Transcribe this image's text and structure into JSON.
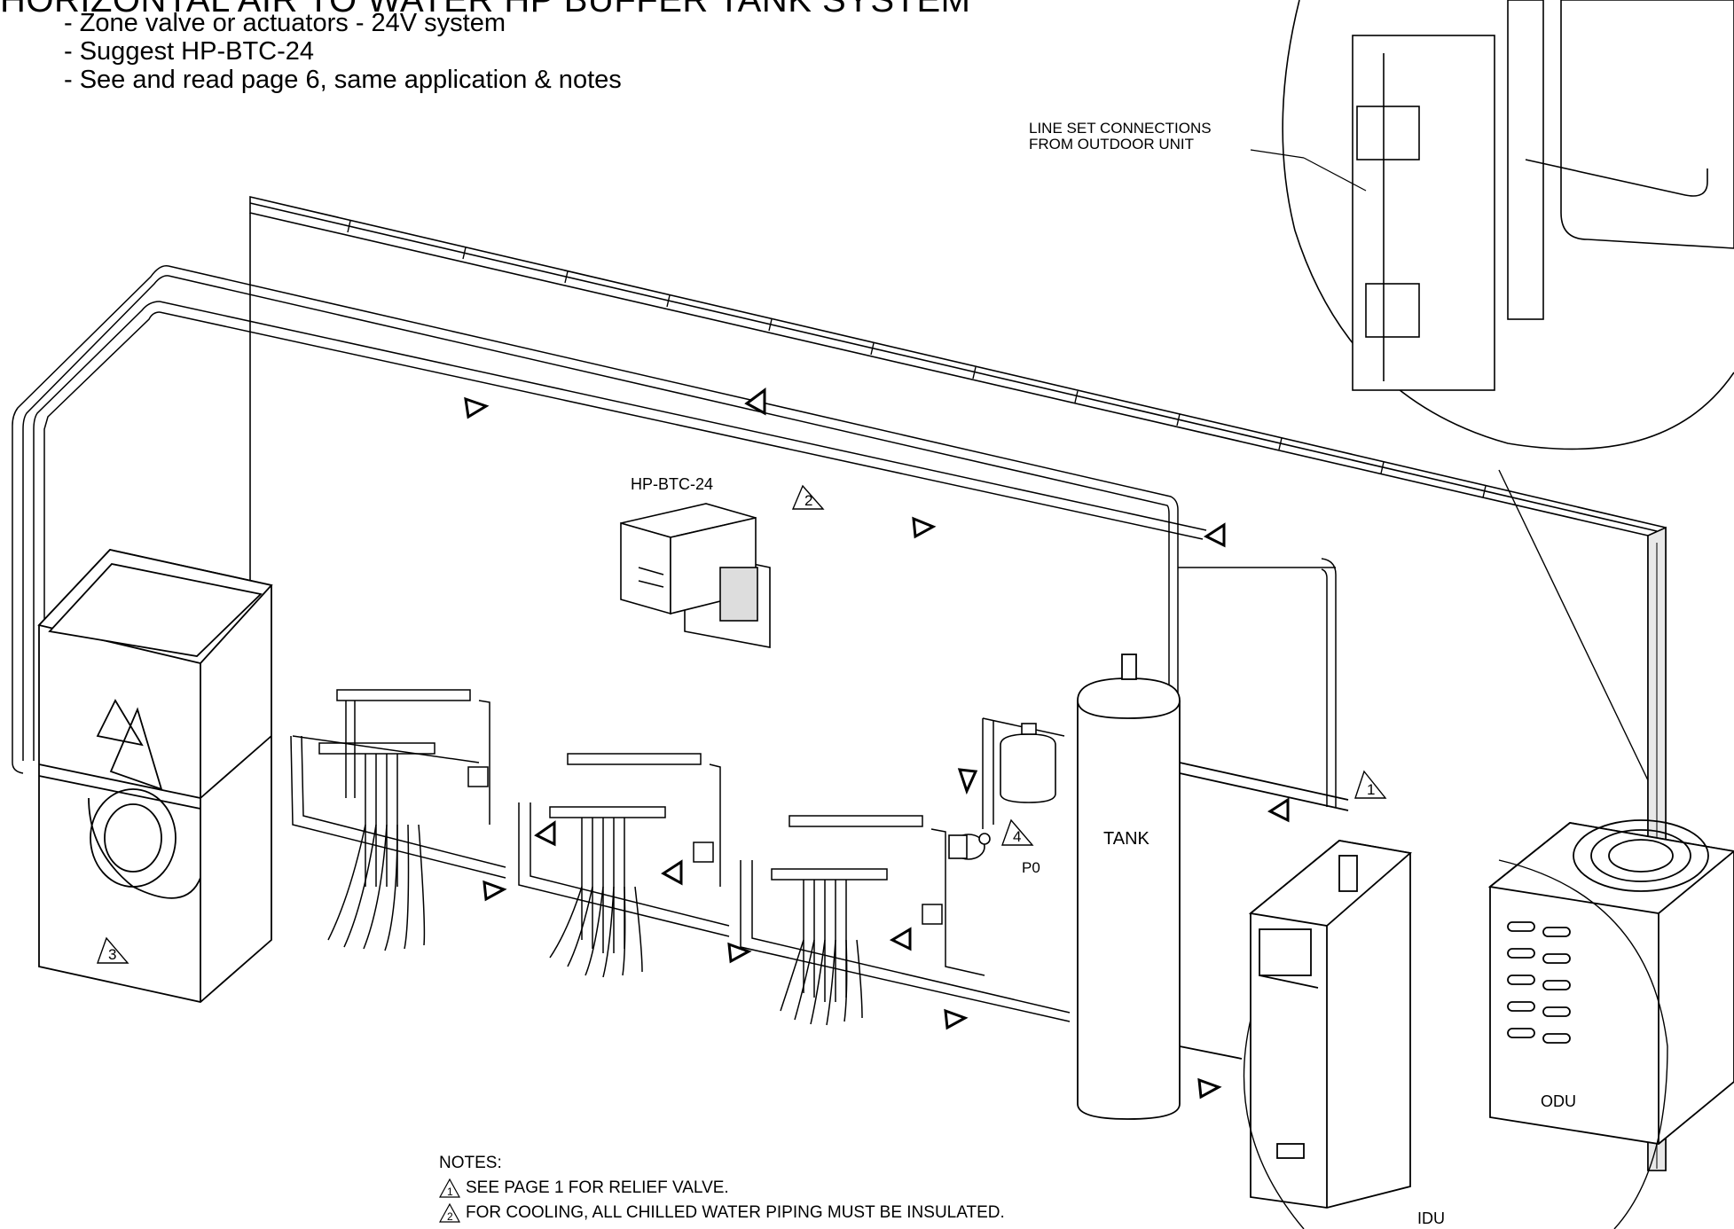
{
  "header": {
    "title": "HORIZONTAL AIR TO WATER HP BUFFER TANK SYSTEM",
    "bullets": [
      "- Zone valve or actuators - 24V system",
      "- Suggest HP-BTC-24",
      "- See and read page 6, same application & notes"
    ]
  },
  "callout": {
    "line1": "LINE SET CONNECTIONS",
    "line2": "FROM OUTDOOR UNIT"
  },
  "labels": {
    "controller": "HP-BTC-24",
    "tank": "TANK",
    "pump": "P0",
    "idu": "IDU",
    "odu": "ODU"
  },
  "markers": {
    "m1": "1",
    "m2": "2",
    "m3": "3",
    "m4": "4"
  },
  "notes": {
    "heading": "NOTES:",
    "items": [
      {
        "marker": "1",
        "text": "SEE PAGE 1 FOR RELIEF VALVE."
      },
      {
        "marker": "2",
        "text": "FOR COOLING, ALL CHILLED WATER PIPING MUST BE INSULATED."
      }
    ]
  }
}
